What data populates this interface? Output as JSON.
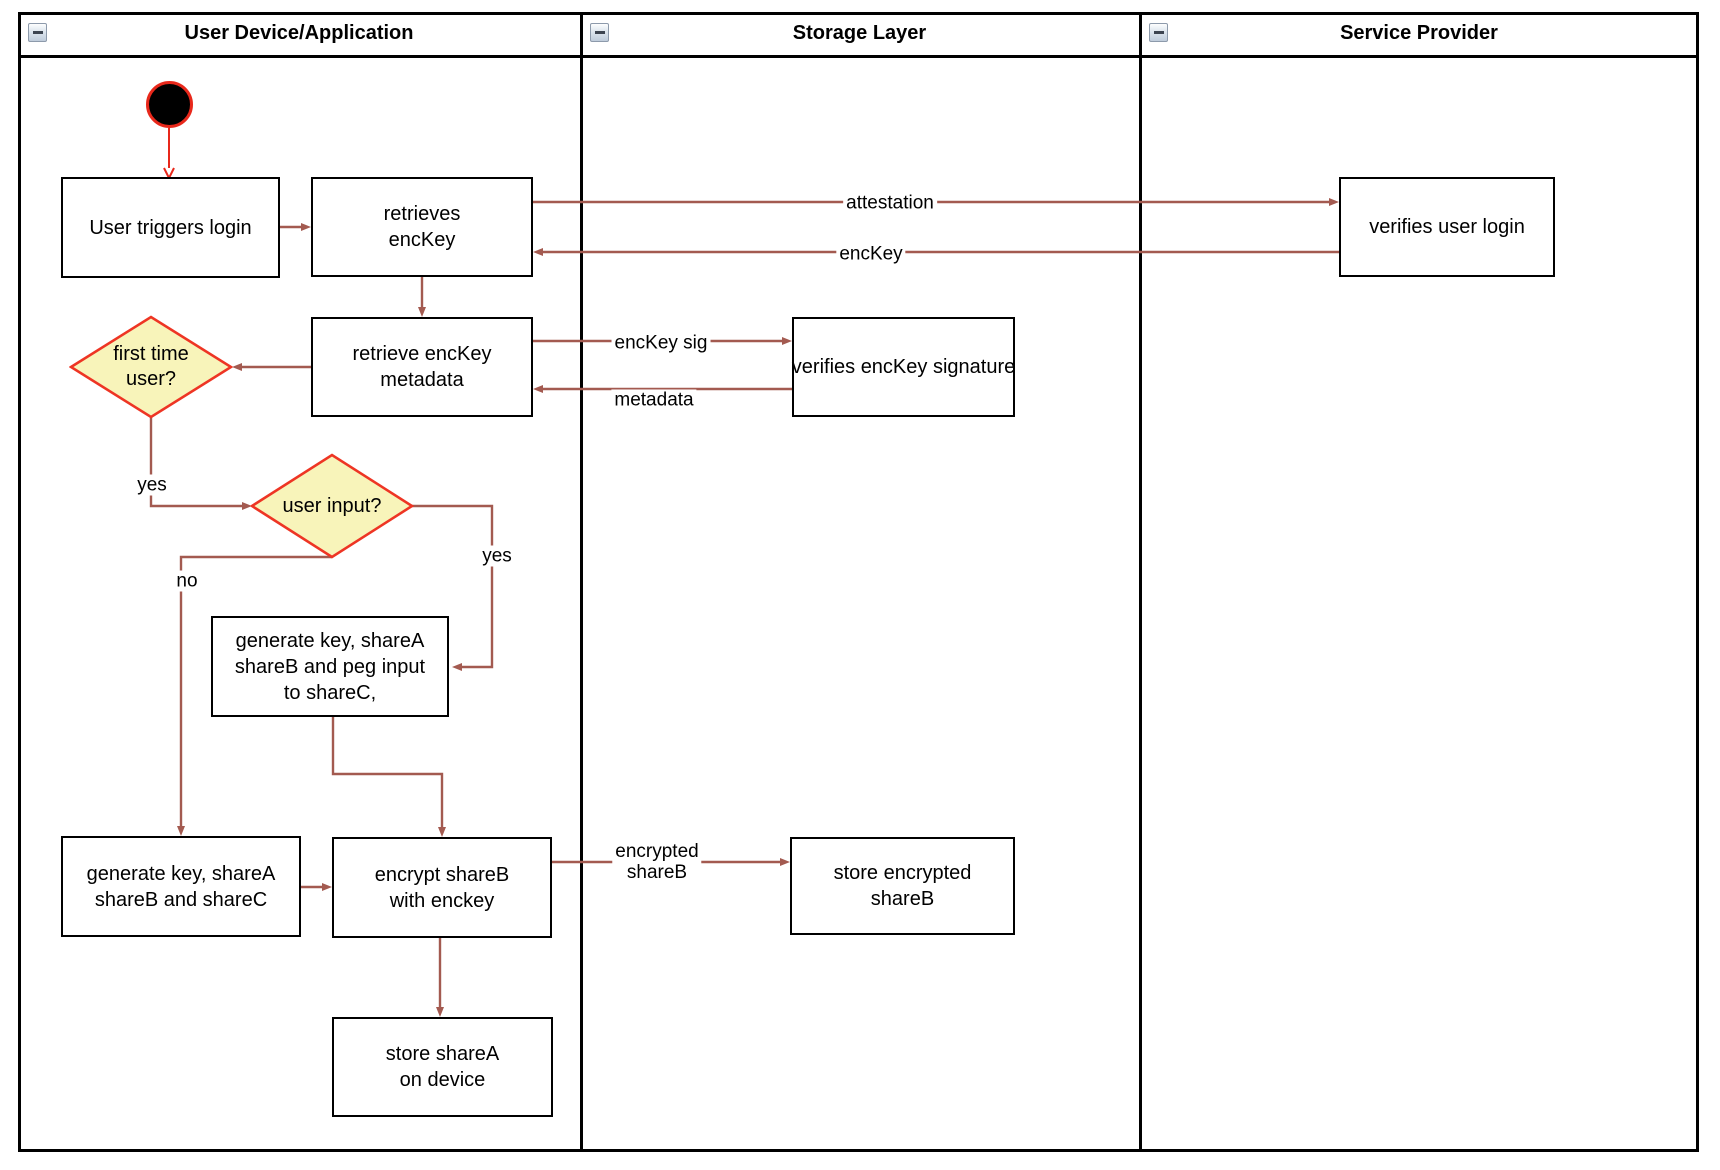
{
  "diagram": {
    "lanes": [
      {
        "title": "User Device/Application"
      },
      {
        "title": "Storage Layer"
      },
      {
        "title": "Service Provider"
      }
    ],
    "nodes": {
      "user_triggers_login": {
        "label": "User triggers login"
      },
      "retrieves_enckey": {
        "label": "retrieves\nencKey"
      },
      "retrieve_enckey_metadata": {
        "label": "retrieve encKey\nmetadata"
      },
      "first_time_user": {
        "label": "first time\nuser?"
      },
      "user_input": {
        "label": "user input?"
      },
      "generate_key_peg_input": {
        "label": "generate key, shareA\nshareB and peg input\nto shareC,"
      },
      "generate_key_sharec": {
        "label": "generate key, shareA\nshareB and shareC"
      },
      "encrypt_shareb": {
        "label": "encrypt shareB\nwith enckey"
      },
      "store_sharea": {
        "label": "store shareA\non device"
      },
      "verifies_enckey_signature": {
        "label": "verifies encKey signature"
      },
      "store_encrypted_shareb": {
        "label": "store encrypted\nshareB"
      },
      "verifies_user_login": {
        "label": "verifies user login"
      }
    },
    "edge_labels": {
      "attestation": "attestation",
      "enckey": "encKey",
      "enckey_sig": "encKey sig",
      "metadata": "metadata",
      "encrypted_shareb": "encrypted\nshareB",
      "yes_first_time": "yes",
      "yes_user_input": "yes",
      "no_user_input": "no"
    },
    "colors": {
      "edge": "#A35A50",
      "accent_red": "#E8281B",
      "decision_fill": "#F8F4BA",
      "decision_stroke": "#EE3524",
      "node_fill": "#FFFFFF",
      "node_stroke": "#000000"
    }
  }
}
